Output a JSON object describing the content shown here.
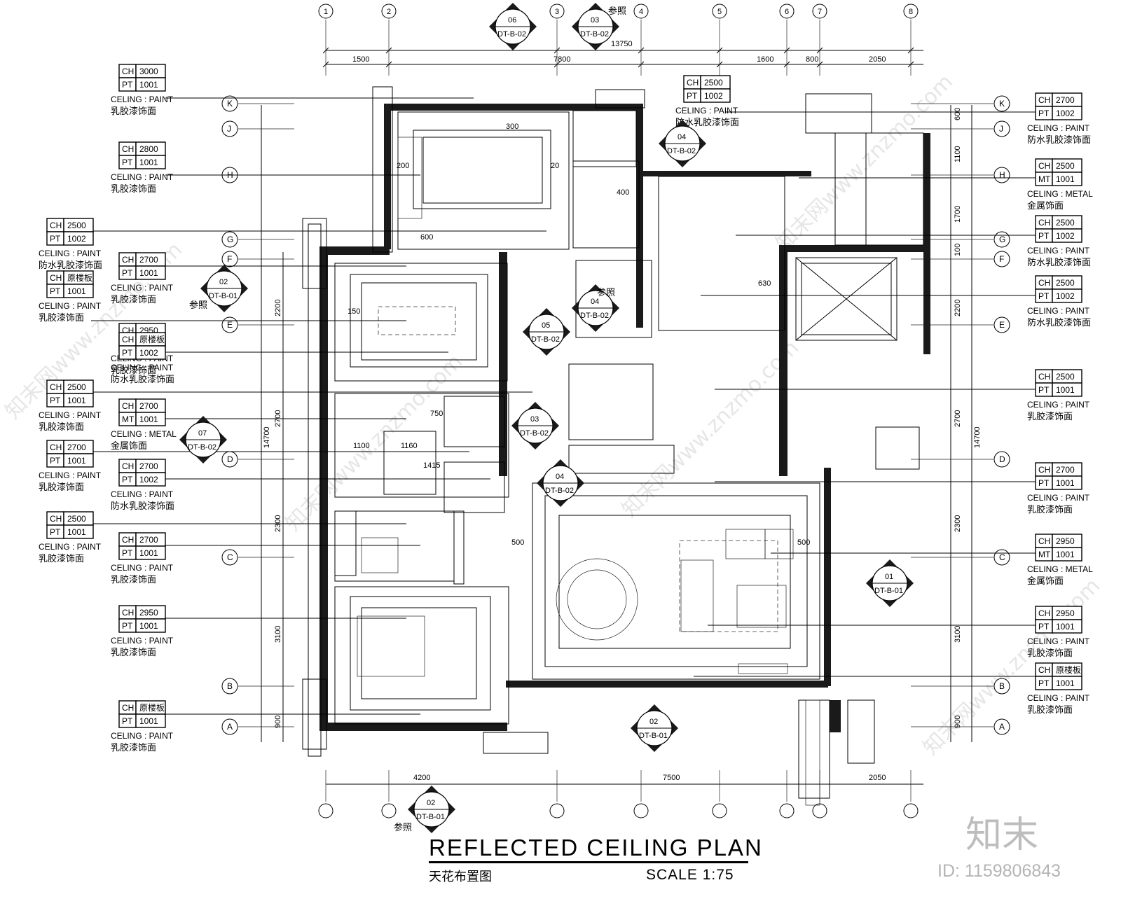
{
  "title": "REFLECTED CEILING PLAN",
  "subtitle": "天花布置图",
  "scale": "SCALE 1:75",
  "logo": "知末",
  "image_id": "ID: 1159806843",
  "watermark": "知末网www.znzmo.com",
  "reference_word": "参照",
  "top_dimensions": {
    "overall": "13750",
    "segments": [
      "1500",
      "7800",
      "1600",
      "800",
      "2050"
    ]
  },
  "bottom_dimensions": [
    "4200",
    "7500",
    "2050"
  ],
  "vertical_dimensions": {
    "overall": "14700",
    "segments": [
      "600",
      "1100",
      "1700",
      "100",
      "2200",
      "2700",
      "2300",
      "3100",
      "900"
    ]
  },
  "grid_rows": [
    "K",
    "J",
    "H",
    "G",
    "F",
    "E",
    "D",
    "C",
    "B",
    "A"
  ],
  "grid_columns_top": [
    "1",
    "2",
    "3",
    "4",
    "5",
    "6",
    "7",
    "8"
  ],
  "left_tags": [
    {
      "ch": "3000",
      "code": "PT",
      "num": "1001",
      "note": "CELING : PAINT",
      "cn": "乳胶漆饰面"
    },
    {
      "ch": "2800",
      "code": "PT",
      "num": "1001",
      "note": "CELING : PAINT",
      "cn": "乳胶漆饰面"
    },
    {
      "ch": "2500",
      "code": "PT",
      "num": "1002",
      "note": "CELING : PAINT",
      "cn": "防水乳胶漆饰面"
    },
    {
      "ch": "2700",
      "code": "PT",
      "num": "1001",
      "note": "CELING : PAINT",
      "cn": "乳胶漆饰面"
    },
    {
      "ch": "原楼板",
      "code": "PT",
      "num": "1001",
      "note": "CELING : PAINT",
      "cn": "乳胶漆饰面"
    },
    {
      "ch": "2950",
      "code": "PT",
      "num": "1001",
      "note": "CELING : PAINT",
      "cn": "乳胶漆饰面"
    },
    {
      "ch": "原楼板",
      "code": "PT",
      "num": "1002",
      "note": "CELING : PAINT",
      "cn": "防水乳胶漆饰面"
    },
    {
      "ch": "2500",
      "code": "PT",
      "num": "1001",
      "note": "CELING : PAINT",
      "cn": "乳胶漆饰面"
    },
    {
      "ch": "2700",
      "code": "MT",
      "num": "1001",
      "note": "CELING : METAL",
      "cn": "金属饰面"
    },
    {
      "ch": "2700",
      "code": "PT",
      "num": "1001",
      "note": "CELING : PAINT",
      "cn": "乳胶漆饰面"
    },
    {
      "ch": "2700",
      "code": "PT",
      "num": "1002",
      "note": "CELING : PAINT",
      "cn": "防水乳胶漆饰面"
    },
    {
      "ch": "2500",
      "code": "PT",
      "num": "1001",
      "note": "CELING : PAINT",
      "cn": "乳胶漆饰面"
    },
    {
      "ch": "2700",
      "code": "PT",
      "num": "1001",
      "note": "CELING : PAINT",
      "cn": "乳胶漆饰面"
    },
    {
      "ch": "2950",
      "code": "PT",
      "num": "1001",
      "note": "CELING : PAINT",
      "cn": "乳胶漆饰面"
    },
    {
      "ch": "原楼板",
      "code": "PT",
      "num": "1001",
      "note": "CELING : PAINT",
      "cn": "乳胶漆饰面"
    }
  ],
  "right_tags": [
    {
      "ch": "2700",
      "code": "PT",
      "num": "1002",
      "note": "CELING : PAINT",
      "cn": "防水乳胶漆饰面"
    },
    {
      "ch": "2500",
      "code": "MT",
      "num": "1001",
      "note": "CELING : METAL",
      "cn": "金属饰面"
    },
    {
      "ch": "2500",
      "code": "PT",
      "num": "1002",
      "note": "CELING : PAINT",
      "cn": "防水乳胶漆饰面"
    },
    {
      "ch": "2500",
      "code": "PT",
      "num": "1002",
      "note": "CELING : PAINT",
      "cn": "防水乳胶漆饰面"
    },
    {
      "ch": "2500",
      "code": "PT",
      "num": "1001",
      "note": "CELING : PAINT",
      "cn": "乳胶漆饰面"
    },
    {
      "ch": "2700",
      "code": "PT",
      "num": "1001",
      "note": "CELING : PAINT",
      "cn": "乳胶漆饰面"
    },
    {
      "ch": "2950",
      "code": "MT",
      "num": "1001",
      "note": "CELING : METAL",
      "cn": "金属饰面"
    },
    {
      "ch": "2950",
      "code": "PT",
      "num": "1001",
      "note": "CELING : PAINT",
      "cn": "乳胶漆饰面"
    },
    {
      "ch": "原楼板",
      "code": "PT",
      "num": "1001",
      "note": "CELING : PAINT",
      "cn": "乳胶漆饰面"
    }
  ],
  "center_tag": {
    "ch": "2500",
    "code": "PT",
    "num": "1002",
    "note": "CELING : PAINT",
    "cn": "防水乳胶漆饰面"
  },
  "section_markers": [
    {
      "num": "06",
      "sheet": "DT-B-02"
    },
    {
      "num": "03",
      "sheet": "DT-B-02"
    },
    {
      "num": "04",
      "sheet": "DT-B-02"
    },
    {
      "num": "02",
      "sheet": "DT-B-01"
    },
    {
      "num": "04",
      "sheet": "DT-B-02"
    },
    {
      "num": "05",
      "sheet": "DT-B-02"
    },
    {
      "num": "03",
      "sheet": "DT-B-02"
    },
    {
      "num": "07",
      "sheet": "DT-B-02"
    },
    {
      "num": "04",
      "sheet": "DT-B-02"
    },
    {
      "num": "01",
      "sheet": "DT-B-01"
    },
    {
      "num": "02",
      "sheet": "DT-B-01"
    },
    {
      "num": "02",
      "sheet": "DT-B-01"
    }
  ],
  "room_dimensions": [
    "300",
    "200",
    "150",
    "20",
    "600",
    "400",
    "630",
    "1100",
    "1160",
    "1415",
    "750",
    "500"
  ]
}
